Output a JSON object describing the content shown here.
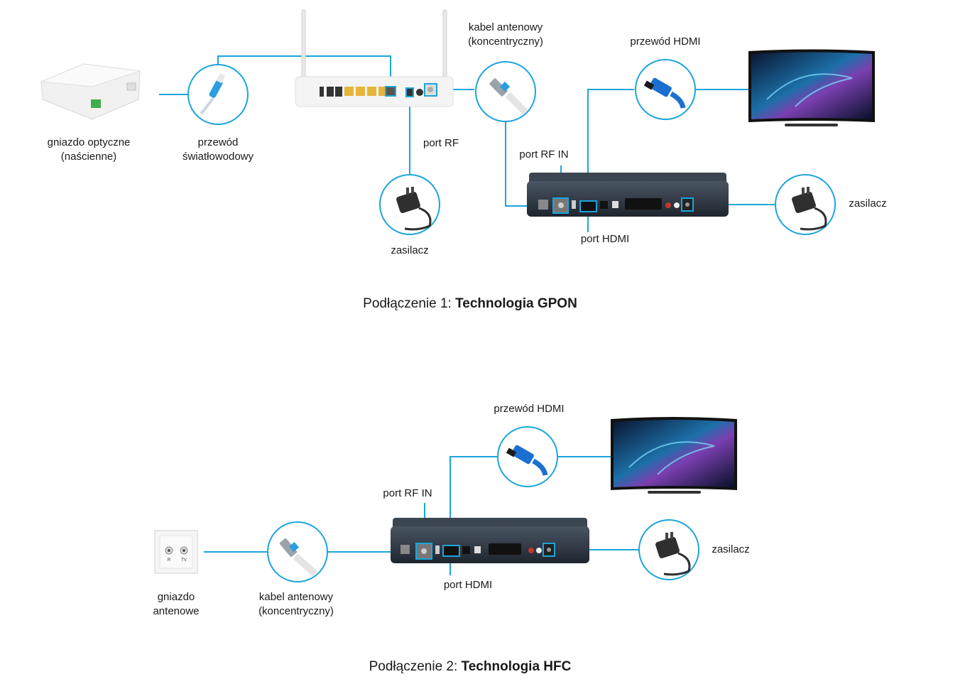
{
  "gpon": {
    "caption_prefix": "Podłączenie 1: ",
    "caption_bold": "Technologia GPON",
    "labels": {
      "optical_socket_1": "gniazdo optyczne",
      "optical_socket_2": "(naścienne)",
      "fiber_cable_1": "przewód",
      "fiber_cable_2": "światłowodowy",
      "antenna_cable_1": "kabel antenowy",
      "antenna_cable_2": "(koncentryczny)",
      "hdmi_cable": "przewód HDMI",
      "port_rf": "port RF",
      "port_rf_in": "port RF IN",
      "port_hdmi": "port HDMI",
      "psu_router": "zasilacz",
      "psu_stb": "zasilacz"
    }
  },
  "hfc": {
    "caption_prefix": "Podłączenie 2: ",
    "caption_bold": "Technologia HFC",
    "labels": {
      "antenna_socket_1": "gniazdo",
      "antenna_socket_2": "antenowe",
      "antenna_cable_1": "kabel antenowy",
      "antenna_cable_2": "(koncentryczny)",
      "hdmi_cable": "przewód HDMI",
      "port_rf_in": "port RF IN",
      "port_hdmi": "port HDMI",
      "psu": "zasilacz"
    },
    "socket_marks": {
      "r": "R",
      "tv": "TV"
    }
  },
  "colors": {
    "line": "#1ba5dc",
    "device_dark": "#2b3440",
    "router_body": "#f4f4f4",
    "port_yellow": "#e7b53a"
  }
}
